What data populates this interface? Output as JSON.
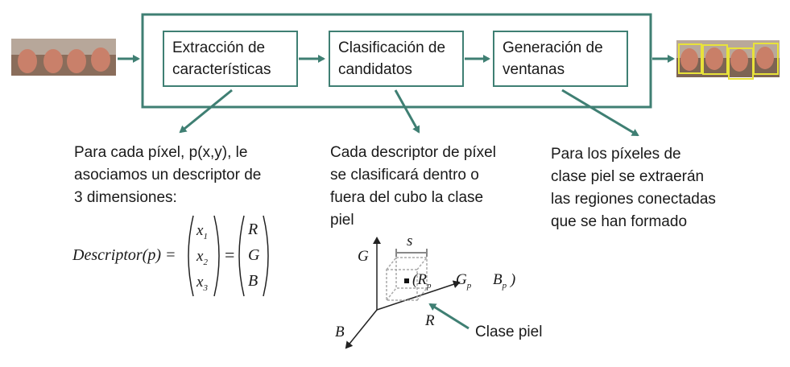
{
  "stages": [
    {
      "line1": "Extracción de",
      "line2": "características"
    },
    {
      "line1": "Clasificación de",
      "line2": "candidatos"
    },
    {
      "line1": "Generación de",
      "line2": "ventanas"
    }
  ],
  "descriptions": [
    {
      "lines": [
        "Para cada píxel, p(x,y), le",
        "asociamos un descriptor de",
        "3 dimensiones:"
      ]
    },
    {
      "lines": [
        "Cada descriptor de píxel",
        "se clasificará dentro o",
        "fuera del cubo la clase",
        "piel"
      ]
    },
    {
      "lines": [
        "Para los píxeles de",
        "clase piel se extraerán",
        "las regiones conectadas",
        "que se han formado"
      ]
    }
  ],
  "formula": {
    "lhs": "Descriptor(p) =",
    "vector1": [
      "x",
      "x",
      "x"
    ],
    "vector1_subs": [
      "1",
      "2",
      "3"
    ],
    "equals": "=",
    "vector2": [
      "R",
      "G",
      "B"
    ]
  },
  "cube": {
    "axis_g": "G",
    "axis_r": "R",
    "axis_b": "B",
    "side_label": "s",
    "point_open": "(R",
    "point_sub_r": "p",
    "point_g": "G",
    "point_sub_g": "p",
    "point_b": "B",
    "point_sub_b": "p",
    "point_close": ")",
    "callout": "Clase piel"
  },
  "colors": {
    "accent": "#3f7f73",
    "detection_box": "#e8e23a"
  }
}
